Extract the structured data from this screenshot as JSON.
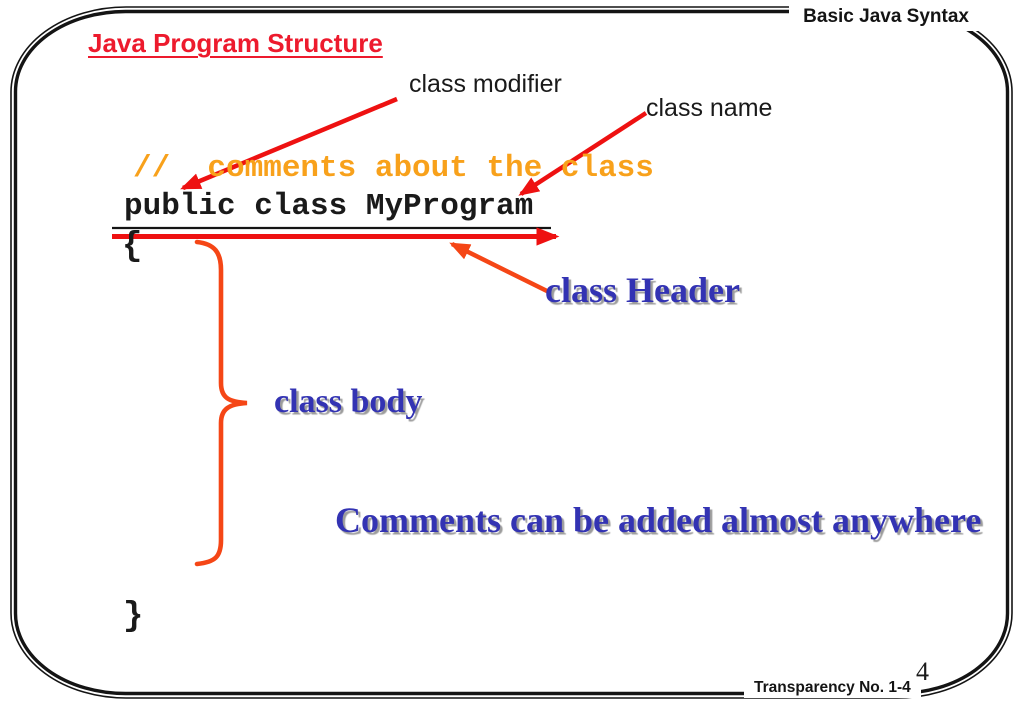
{
  "slide": {
    "header": {
      "corner_label": "Basic Java Syntax"
    },
    "title": "Java Program Structure",
    "annotations": {
      "class_modifier": "class modifier",
      "class_name": "class name",
      "class_header": "class Header",
      "class_body": "class body",
      "comments_note": "Comments can be added almost anywhere"
    },
    "code": {
      "comment_line": "//  comments about the class",
      "declaration_line": "public class MyProgram",
      "open_brace": "{",
      "close_brace": "}"
    },
    "footer": {
      "page_number": "4",
      "transparency_label": "Transparency No. 1-4"
    },
    "colors": {
      "border_black": "#141414",
      "title_red": "#ed1a2d",
      "arrow_red": "#ee1111",
      "accent_orange_red": "#f54616",
      "code_comment_orange": "#f8a11b",
      "annotation_blue": "#3333b3",
      "text_black": "#1a1a1a"
    }
  }
}
